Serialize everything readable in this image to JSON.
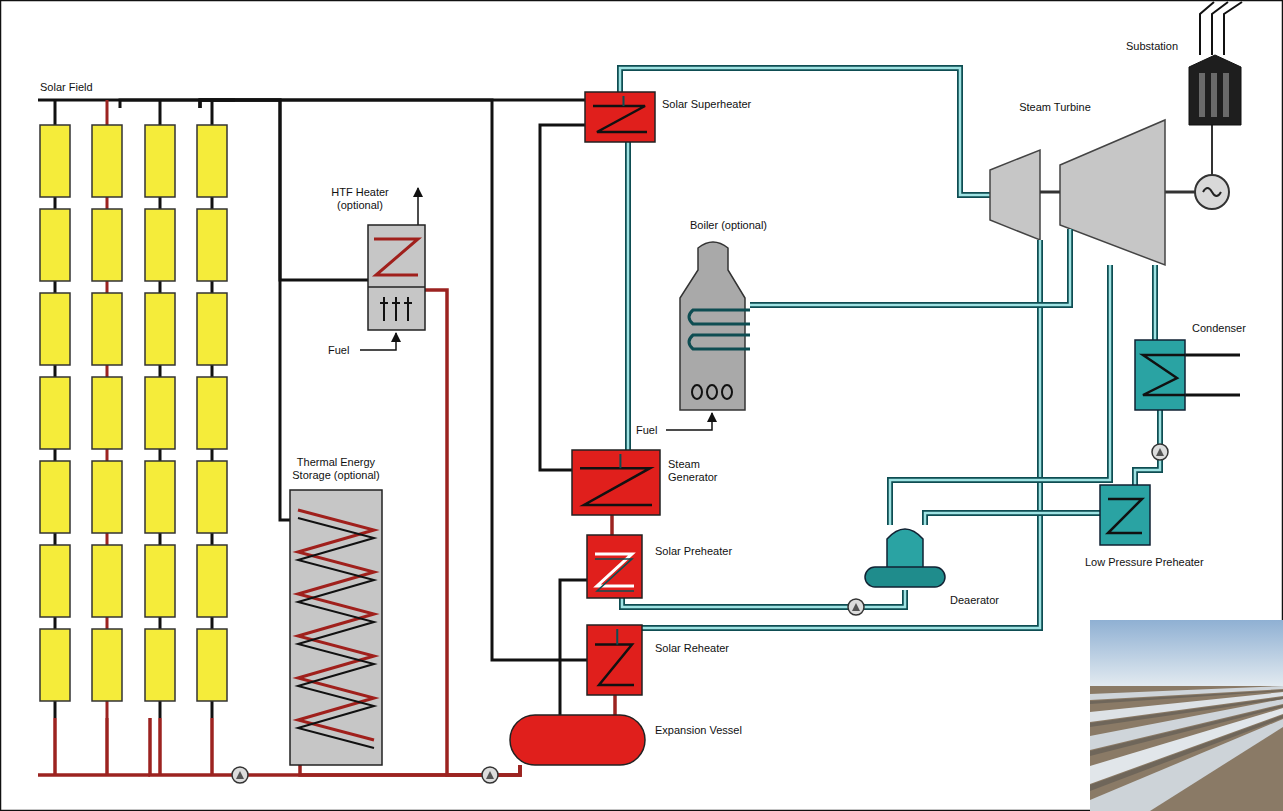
{
  "diagram": {
    "nodes": [
      {
        "text": [
          "Solar Field"
        ]
      },
      {
        "text": [
          "HTF Heater (optional)"
        ]
      },
      {
        "text": [
          "Thermal Energy Storage (optional)"
        ]
      },
      {
        "text": [
          "Solar Superheater"
        ]
      },
      {
        "text": [
          "Boiler (optional)"
        ]
      },
      {
        "text": [
          "Steam Generator"
        ]
      },
      {
        "text": [
          "Solar Preheater"
        ]
      },
      {
        "text": [
          "Solar Reheater"
        ]
      },
      {
        "text": [
          "Expansion Vessel"
        ]
      },
      {
        "text": [
          "Steam Turbine"
        ]
      },
      {
        "text": [
          "Substation"
        ]
      },
      {
        "text": [
          "Condenser"
        ]
      },
      {
        "text": [
          "Deaerator"
        ]
      },
      {
        "text": [
          "Low Pressure Preheater"
        ]
      }
    ],
    "edges": [
      {
        "from": 0,
        "to": 3,
        "arrow": "none"
      },
      {
        "from": 0,
        "to": 1,
        "arrow": "none"
      },
      {
        "from": 0,
        "to": 2,
        "arrow": "none"
      },
      {
        "from": 1,
        "to": 8,
        "arrow": "none"
      },
      {
        "from": 2,
        "to": 8,
        "arrow": "none"
      },
      {
        "from": 8,
        "to": 0,
        "arrow": "none"
      },
      {
        "from": 3,
        "to": 5,
        "arrow": "none"
      },
      {
        "from": 5,
        "to": 6,
        "arrow": "none"
      },
      {
        "from": 6,
        "to": 8,
        "arrow": "none"
      },
      {
        "from": 0,
        "to": 7,
        "arrow": "none"
      },
      {
        "from": 7,
        "to": 8,
        "arrow": "none"
      },
      {
        "from": 3,
        "to": 9,
        "arrow": "none"
      },
      {
        "from": 9,
        "to": 7,
        "arrow": "none"
      },
      {
        "from": 4,
        "to": 9,
        "arrow": "none"
      },
      {
        "from": 9,
        "to": 11,
        "arrow": "none"
      },
      {
        "from": 11,
        "to": 13,
        "arrow": "none"
      },
      {
        "from": 13,
        "to": 12,
        "arrow": "none"
      },
      {
        "from": 9,
        "to": 12,
        "arrow": "none"
      },
      {
        "from": 12,
        "to": 6,
        "arrow": "none"
      },
      {
        "from": 5,
        "to": 3,
        "arrow": "none"
      }
    ],
    "labels": [
      "Fuel",
      "Fuel"
    ]
  }
}
